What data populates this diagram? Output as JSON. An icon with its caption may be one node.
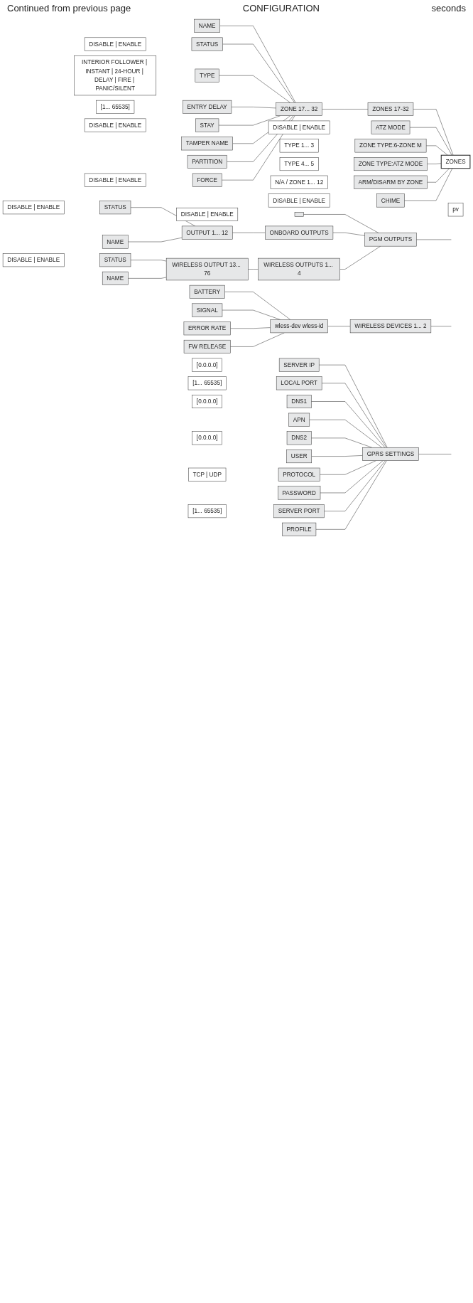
{
  "diagram": {
    "nodes": [
      {
        "text": [
          "ZONES"
        ]
      },
      {
        "text": [
          "ZONE 17... 32"
        ]
      },
      {
        "text": [
          "ZONES 17-32"
        ]
      },
      {
        "text": [
          "NAME"
        ]
      },
      {
        "text": [
          "STATUS"
        ]
      },
      {
        "text": [
          "DISABLE | ENABLE"
        ]
      },
      {
        "text": [
          "TYPE"
        ]
      },
      {
        "text": [
          "INTERIOR FOLLOWER | INSTANT | 24-HOUR | DELAY | FIRE | PANIC/SILENT"
        ]
      },
      {
        "text": [
          "ENTRY DELAY"
        ]
      },
      {
        "text": [
          "[1... 65535]"
        ]
      },
      {
        "text": [
          "STAY"
        ]
      },
      {
        "text": [
          "DISABLE | ENABLE"
        ]
      },
      {
        "text": [
          "TAMPER NAME"
        ]
      },
      {
        "text": [
          "PARTITION"
        ]
      },
      {
        "text": [
          "pv"
        ]
      },
      {
        "text": [
          "FORCE"
        ]
      },
      {
        "text": [
          "DISABLE | ENABLE"
        ]
      },
      {
        "text": [
          "DISABLE | ENABLE"
        ]
      },
      {
        "text": [
          "ATZ MODE"
        ]
      },
      {
        "text": [
          "TYPE 1... 3"
        ]
      },
      {
        "text": [
          "ZONE TYPE:6-ZONE M"
        ]
      },
      {
        "text": [
          "TYPE 4... 5"
        ]
      },
      {
        "text": [
          "ZONE TYPE:ATZ MODE"
        ]
      },
      {
        "text": [
          "N/A / ZONE 1... 12"
        ]
      },
      {
        "text": [
          "ARM/DISARM BY ZONE"
        ]
      },
      {
        "text": [
          "DISABLE | ENABLE"
        ]
      },
      {
        "text": [
          "CHIME"
        ]
      },
      {
        "text": [
          "PGM OUTPUTS"
        ]
      },
      {
        "text": [
          "DISABLE | ENABLE"
        ]
      },
      {
        "text": [],
        "shape": "box"
      },
      {
        "text": [
          "ONBOARD OUTPUTS"
        ]
      },
      {
        "text": [
          "OUTPUT 1... 12"
        ]
      },
      {
        "text": [
          "DISABLE | ENABLE"
        ]
      },
      {
        "text": [
          "STATUS"
        ]
      },
      {
        "text": [
          "NAME"
        ]
      },
      {
        "text": [
          "WIRELESS OUTPUT 13... 76"
        ]
      },
      {
        "text": [
          "WIRELESS OUTPUTS 1... 4"
        ]
      },
      {
        "text": [
          "DISABLE | ENABLE"
        ]
      },
      {
        "text": [
          "STATUS"
        ]
      },
      {
        "text": [
          "NAME"
        ]
      },
      {
        "text": [
          "wless-dev wless-id"
        ]
      },
      {
        "text": [
          "WIRELESS DEVICES 1... 2"
        ]
      },
      {
        "text": [
          "BATTERY"
        ]
      },
      {
        "text": [
          "SIGNAL"
        ]
      },
      {
        "text": [
          "ERROR RATE"
        ]
      },
      {
        "text": [
          "FW RELEASE"
        ]
      },
      {
        "text": [
          "GPRS SETTINGS"
        ]
      },
      {
        "text": [
          "[0.0.0.0]"
        ]
      },
      {
        "text": [
          "SERVER IP"
        ]
      },
      {
        "text": [
          "LOCAL PORT"
        ]
      },
      {
        "text": [
          "[1... 65535]"
        ]
      },
      {
        "text": [
          "[0.0.0.0]"
        ]
      },
      {
        "text": [
          "DNS1"
        ]
      },
      {
        "text": [
          "APN"
        ]
      },
      {
        "text": [
          "[0.0.0.0]"
        ]
      },
      {
        "text": [
          "DNS2"
        ]
      },
      {
        "text": [
          "USER"
        ]
      },
      {
        "text": [
          "TCP | UDP"
        ]
      },
      {
        "text": [
          "PROTOCOL"
        ]
      },
      {
        "text": [
          "PASSWORD"
        ]
      },
      {
        "text": [
          "[1... 65535]"
        ]
      },
      {
        "text": [
          "SERVER PORT"
        ]
      },
      {
        "text": [
          "PROFILE"
        ]
      }
    ],
    "edges": [
      {
        "from": 0,
        "to": 2,
        "arrow": "none"
      },
      {
        "from": 2,
        "to": 1,
        "arrow": "none"
      },
      {
        "from": 1,
        "to": 3,
        "arrow": "none"
      },
      {
        "from": 1,
        "to": 4,
        "arrow": "none"
      },
      {
        "from": 1,
        "to": 6,
        "arrow": "none"
      },
      {
        "from": 1,
        "to": 8,
        "arrow": "none"
      },
      {
        "from": 1,
        "to": 10,
        "arrow": "none"
      },
      {
        "from": 1,
        "to": 12,
        "arrow": "none"
      },
      {
        "from": 1,
        "to": 13,
        "arrow": "none"
      },
      {
        "from": 1,
        "to": 15,
        "arrow": "none"
      },
      {
        "from": 0,
        "to": 18,
        "arrow": "none"
      },
      {
        "from": 0,
        "to": 20,
        "arrow": "none"
      },
      {
        "from": 0,
        "to": 22,
        "arrow": "none"
      },
      {
        "from": 0,
        "to": 24,
        "arrow": "none"
      },
      {
        "from": 0,
        "to": 26,
        "arrow": "none"
      },
      {
        "from": null,
        "to": 27,
        "arrow": "none"
      },
      {
        "from": 27,
        "to": 29,
        "arrow": "none"
      },
      {
        "from": 27,
        "to": 30,
        "arrow": "none"
      },
      {
        "from": 27,
        "to": 36,
        "arrow": "none"
      },
      {
        "from": 30,
        "to": 31,
        "arrow": "none"
      },
      {
        "from": 31,
        "to": 33,
        "arrow": "none"
      },
      {
        "from": 31,
        "to": 34,
        "arrow": "none"
      },
      {
        "from": 36,
        "to": 35,
        "arrow": "none"
      },
      {
        "from": 35,
        "to": 38,
        "arrow": "none"
      },
      {
        "from": 35,
        "to": 39,
        "arrow": "none"
      },
      {
        "from": null,
        "to": 41,
        "arrow": "none"
      },
      {
        "from": 41,
        "to": 40,
        "arrow": "none"
      },
      {
        "from": 40,
        "to": 42,
        "arrow": "none"
      },
      {
        "from": 40,
        "to": 43,
        "arrow": "none"
      },
      {
        "from": 40,
        "to": 44,
        "arrow": "none"
      },
      {
        "from": 40,
        "to": 45,
        "arrow": "none"
      },
      {
        "from": null,
        "to": 46,
        "arrow": "none"
      },
      {
        "from": 46,
        "to": 48,
        "arrow": "none"
      },
      {
        "from": 46,
        "to": 49,
        "arrow": "none"
      },
      {
        "from": 46,
        "to": 52,
        "arrow": "none"
      },
      {
        "from": 46,
        "to": 53,
        "arrow": "none"
      },
      {
        "from": 46,
        "to": 55,
        "arrow": "none"
      },
      {
        "from": 46,
        "to": 56,
        "arrow": "none"
      },
      {
        "from": 46,
        "to": 58,
        "arrow": "none"
      },
      {
        "from": 46,
        "to": 59,
        "arrow": "none"
      },
      {
        "from": 46,
        "to": 61,
        "arrow": "none"
      },
      {
        "from": 46,
        "to": 62,
        "arrow": "none"
      }
    ],
    "labels": [
      "Continued from previous page",
      "CONFIGURATION",
      "seconds"
    ]
  }
}
